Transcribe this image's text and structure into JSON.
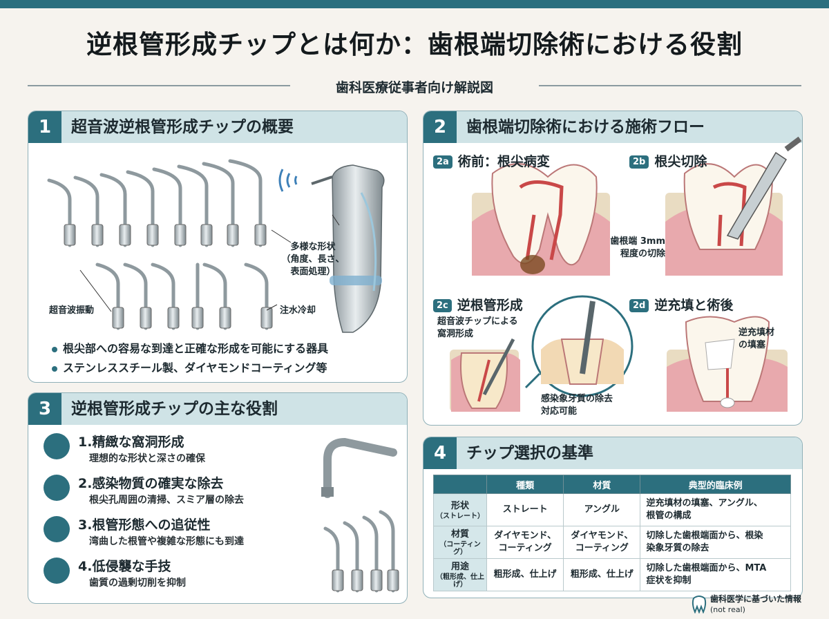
{
  "header": {
    "title": "逆根管形成チップとは何か：歯根端切除術における役割",
    "subtitle": "歯科医療従事者向け解説図"
  },
  "panel1": {
    "num": "1",
    "title": "超音波逆根管形成チップの概要",
    "label_shapes": [
      "多様な形状",
      "（角度、長さ、",
      "表面処理）"
    ],
    "label_vibration": "超音波振動",
    "label_cooling": "注水冷却",
    "bullets": [
      "根尖部への容易な到達と正確な形成を可能にする器具",
      "ステンレススチール製、ダイヤモンドコーティング等"
    ]
  },
  "panel2": {
    "num": "2",
    "title": "歯根端切除術における施術フロー",
    "steps": [
      {
        "badge": "2a",
        "title": "術前：根尖病変"
      },
      {
        "badge": "2b",
        "title": "根尖切除",
        "note": [
          "歯根端 3mm",
          "程度の切除"
        ]
      },
      {
        "badge": "2c",
        "title": "逆根管形成",
        "note": [
          "超音波チップによる",
          "窩洞形成"
        ],
        "note2": [
          "感染象牙質の除去",
          "対応可能"
        ]
      },
      {
        "badge": "2d",
        "title": "逆充填と術後",
        "note": [
          "逆充填材",
          "の填塞"
        ]
      }
    ]
  },
  "panel3": {
    "num": "3",
    "title": "逆根管形成チップの主な役割",
    "roles": [
      {
        "title": "1.精緻な窩洞形成",
        "desc": "理想的な形状と深さの確保",
        "icon": "tooth-icon"
      },
      {
        "title": "2.感染物質の確実な除去",
        "desc": "根尖孔周囲の清掃、スミア層の除去",
        "icon": "bacteria-icon"
      },
      {
        "title": "3.根管形態への追従性",
        "desc": "湾曲した根管や複雑な形態にも到達",
        "icon": "curve-icon"
      },
      {
        "title": "4.低侵襲な手技",
        "desc": "歯質の過剰切削を抑制",
        "icon": "hand-tool-icon"
      }
    ]
  },
  "panel4": {
    "num": "4",
    "title": "チップ選択の基準",
    "columns": [
      "",
      "種類",
      "材質",
      "典型的臨床例"
    ],
    "rows": [
      {
        "h": "形状",
        "sub": "（ストレート）",
        "c1": "ストレート",
        "c2": "アングル",
        "c3": [
          "逆充填材の填塞、アングル、",
          "根管の構成"
        ]
      },
      {
        "h": "材質",
        "sub": "（コーティング）",
        "c1": [
          "ダイヤモンド、",
          "コーティング"
        ],
        "c2": [
          "ダイヤモンド、",
          "コーティング"
        ],
        "c3": [
          "切除した歯根端面から、根染",
          "染象牙質の除去"
        ]
      },
      {
        "h": "用途",
        "sub": "（粗形成、仕上げ）",
        "c1": "粗形成、仕上げ",
        "c2": "粗形成、仕上げ",
        "c3": [
          "切除した歯根端面から、MTA",
          "症状を抑制"
        ]
      }
    ]
  },
  "footer": {
    "line1": "歯科医学に基づいた情報",
    "line2": "(not real)"
  },
  "colors": {
    "accent": "#2c6f7e",
    "header_bg": "#cfe3e6",
    "page_bg": "#f6f3ee"
  }
}
